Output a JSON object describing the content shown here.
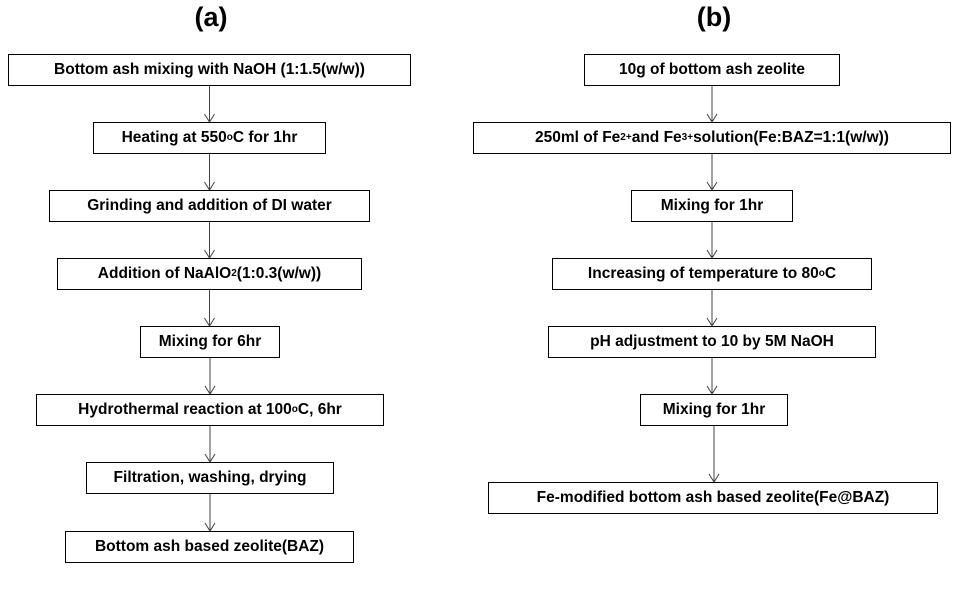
{
  "panel_a": {
    "label": "(a)",
    "steps": [
      {
        "text": "Bottom ash mixing with  NaOH (1:1.5(w/w))"
      },
      {
        "text": "Heating at 550",
        "sup": "o",
        "after": "C for 1hr"
      },
      {
        "text": "Grinding and addition of DI water"
      },
      {
        "text": "Addition of NaAlO",
        "sub": "2",
        "after": " (1:0.3(w/w))"
      },
      {
        "text": "Mixing for 6hr"
      },
      {
        "text": "Hydrothermal reaction at 100",
        "sup": "o",
        "after": "C,  6hr"
      },
      {
        "text": "Filtration,  washing, drying"
      },
      {
        "text": "Bottom ash based zeolite(BAZ)"
      }
    ]
  },
  "panel_b": {
    "label": "(b)",
    "steps": [
      {
        "text": "10g of bottom ash zeolite"
      },
      {
        "text": "250ml of Fe",
        "sup": "2+",
        "after": " and Fe",
        "sup2": "3+",
        "after2": " solution(Fe:BAZ=1:1(w/w))"
      },
      {
        "text": "Mixing for 1hr"
      },
      {
        "text": "Increasing of temperature to 80",
        "sup": "o",
        "after": "C"
      },
      {
        "text": "pH adjustment to 10 by 5M NaOH"
      },
      {
        "text": "Mixing for 1hr"
      },
      {
        "text": "Fe-modified bottom ash based zeolite(Fe@BAZ)"
      }
    ]
  }
}
